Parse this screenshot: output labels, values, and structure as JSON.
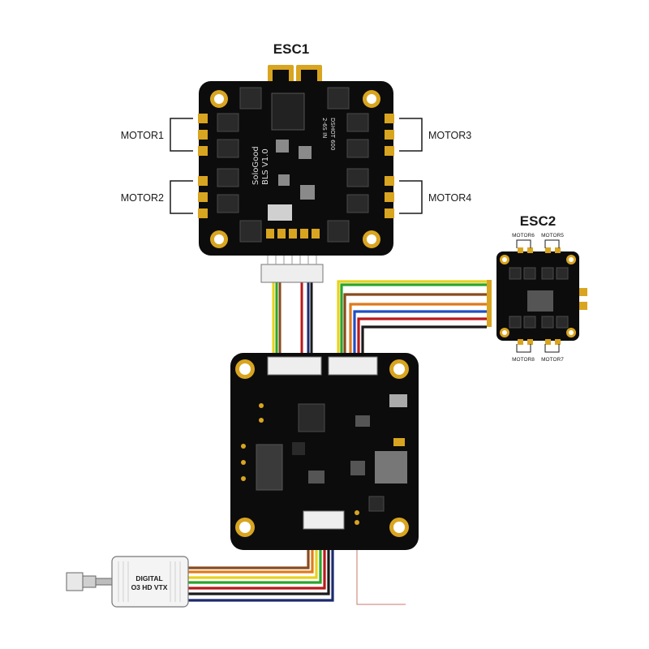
{
  "esc1": {
    "title": "ESC1",
    "motor_labels": [
      "MOTOR1",
      "MOTOR2",
      "MOTOR3",
      "MOTOR4"
    ],
    "silkscreen": [
      "SoloGood",
      "BLS V1.0",
      "DSHOT 600",
      "2-6S IN"
    ]
  },
  "esc2": {
    "title": "ESC2",
    "motor_labels": [
      "MOTOR6",
      "MOTOR5",
      "MOTOR8",
      "MOTOR7"
    ]
  },
  "vtx": {
    "label_line1": "DIGITAL",
    "label_line2": "O3 HD VTX"
  },
  "colors": {
    "pcb": "#0c0c0c",
    "gold": "#d9a520",
    "wire_yellow": "#e8d21a",
    "wire_green": "#2aa52a",
    "wire_brown": "#8a4a1c",
    "wire_red": "#b8191b",
    "wire_black": "#1a1a1a",
    "wire_navy": "#1b2a6e",
    "wire_orange": "#e07a1a",
    "wire_blue": "#1f4fc4"
  }
}
